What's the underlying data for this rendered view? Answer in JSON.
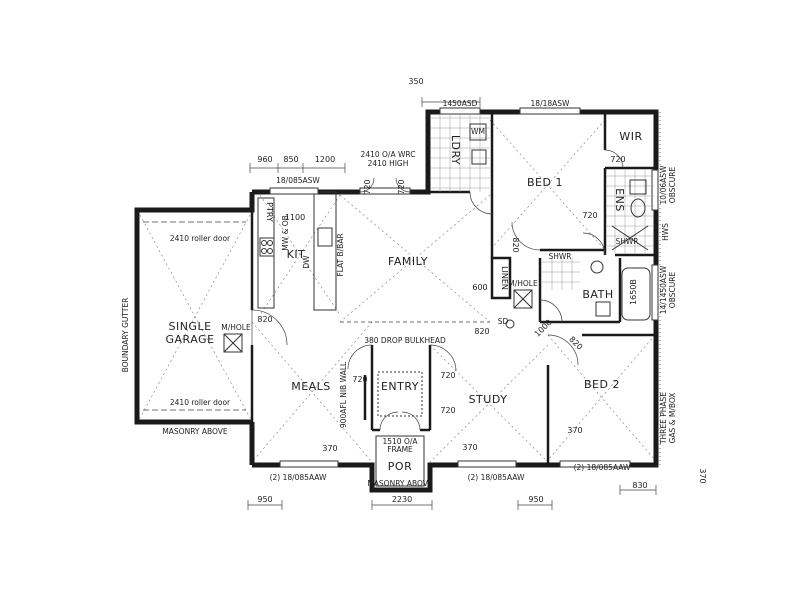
{
  "rooms": {
    "family": "FAMILY",
    "kit": "KIT",
    "bed1": "BED 1",
    "bed2": "BED 2",
    "single": "SINGLE",
    "garage": "GARAGE",
    "meals": "MEALS",
    "entry": "ENTRY",
    "study": "STUDY",
    "por": "POR",
    "bath": "BATH",
    "wir": "WIR",
    "ens": "ENS",
    "ldry": "LDRY",
    "linen": "LINEN",
    "pantry": "PTRY"
  },
  "dims": {
    "d350": "350",
    "d960": "960",
    "d850": "850",
    "d1200": "1200",
    "d950a": "950",
    "d2230": "2230",
    "d950b": "950",
    "d830": "830",
    "d370r": "370",
    "d1100": "1100",
    "d820g": "820",
    "d820a": "820",
    "d820b": "820",
    "d820c": "820",
    "d720a": "720",
    "d720b": "720",
    "d720c": "720",
    "d720d": "720",
    "d720e": "720",
    "d720f": "720",
    "d720g": "720",
    "d600": "600",
    "d1000": "1000",
    "d370a": "370",
    "d370b": "370",
    "d370c": "370",
    "d1650b": "1650B"
  },
  "notes": {
    "asd": "1450ASD",
    "asw18": "18/18ASW",
    "wrc": "2410 O/A WRC",
    "high": "2410 HIGH",
    "asw085": "18/085ASW",
    "roller_top": "2410 roller door",
    "roller_bot": "2410 roller door",
    "mhole_g": "M/HOLE",
    "mhole_h": "M/HOLE",
    "fbar": "FLAT B/BAR",
    "dw": "DW",
    "bulkhead": "380 DROP BULKHEAD",
    "nib": "900AFL NIB WALL",
    "masonry_g": "MASONRY ABOVE",
    "masonry_p": "MASONRY ABOVE",
    "frame": "1510 O/A",
    "frame2": "FRAME",
    "aaw1": "(2) 18/085AAW",
    "aaw2": "(2) 18/085AAW",
    "aaw3": "(2) 18/085AAW",
    "gutter": "BOUNDARY GUTTER",
    "obscure1": "10/06ASW",
    "obscure1b": "OBSCURE",
    "obscure2": "14/1450ASW",
    "obscure2b": "OBSCURE",
    "hws": "HWS",
    "phase": "THREE PHASE",
    "phase2": "GAS & M/BOX",
    "shwr": "SHWR",
    "r370": "370",
    "wm": "WM",
    "mw_ob": "MW & OB",
    "sd": "SD"
  }
}
